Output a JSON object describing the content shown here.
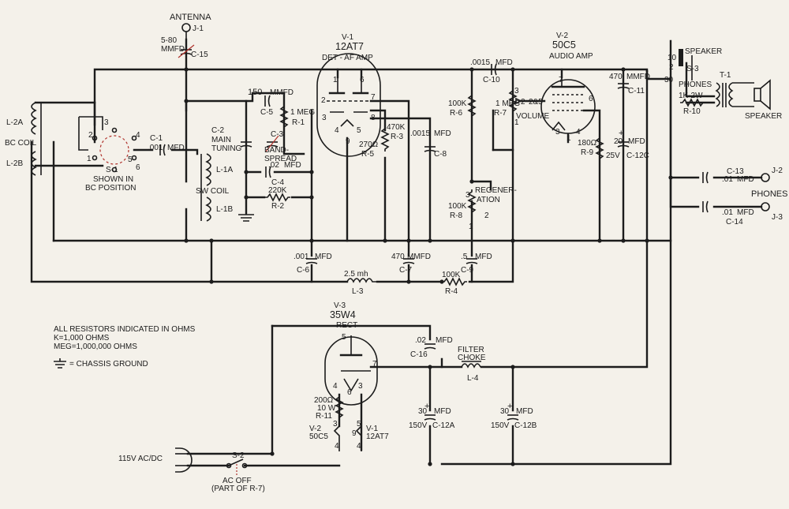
{
  "tubes": {
    "v1": {
      "ref": "V-1",
      "type": "12AT7",
      "func": "DET - AF AMP"
    },
    "v2": {
      "ref": "V-2",
      "type": "50C5",
      "func": "AUDIO AMP"
    },
    "v3": {
      "ref": "V-3",
      "type": "35W4",
      "func": "RECT"
    }
  },
  "antenna": {
    "label": "ANTENNA",
    "jack": "J-1",
    "cap_value": "5-80",
    "cap_unit": "MMFD",
    "cap_ref": "C-15"
  },
  "coils": {
    "l2a": "L-2A",
    "l2b": "L-2B",
    "bc_coil": "BC COIL",
    "l1a": "L-1A",
    "l1b": "L-1B",
    "sw_coil": "SW COIL",
    "l3_value": "2.5 mh",
    "l3": "L-3",
    "choke_label1": "FILTER",
    "choke_label2": "CHOKE",
    "l4": "L-4",
    "t1": "T-1"
  },
  "switch": {
    "ref": "S-1",
    "line1": "SHOWN IN",
    "line2": "BC POSITION",
    "s2": "S-2",
    "s2_line1": "AC  OFF",
    "s2_line2": "(PART OF R-7)",
    "s3": "S-3",
    "speaker": "SPEAKER",
    "phones": "PHONES"
  },
  "caps": {
    "c1": {
      "v": ".001",
      "u": "MFD",
      "r": "C-1"
    },
    "c5": {
      "v": "150",
      "u": "MMFD",
      "r": "C-5"
    },
    "c2": {
      "r": "C-2",
      "l1": "MAIN",
      "l2": "TUNING"
    },
    "c3": {
      "r": "C-3",
      "l1": "BAND-",
      "l2": "SPREAD"
    },
    "c4": {
      "v": ".02",
      "u": "MFD",
      "r": "C-4"
    },
    "c6": {
      "v": ".001",
      "u": "MFD",
      "r": "C-6"
    },
    "c7": {
      "v": "470",
      "u": "MMFD",
      "r": "C-7"
    },
    "c8": {
      "v": ".0015",
      "u": "MFD",
      "r": "C-8"
    },
    "c9": {
      "v": ".5",
      "u": "MFD",
      "r": "C-9"
    },
    "c10": {
      "v": ".0015",
      "u": "MFD",
      "r": "C-10"
    },
    "c11": {
      "v": "470",
      "u": "MMFD",
      "r": "C-11"
    },
    "c12c": {
      "v": "20",
      "u": "MFD",
      "v2": "25V",
      "r": "C-12C"
    },
    "c13": {
      "v": ".01",
      "u": "MFD",
      "r": "C-13"
    },
    "c14": {
      "v": ".01",
      "u": "MFD",
      "r": "C-14"
    },
    "c16": {
      "v": ".02",
      "u": "MFD",
      "r": "C-16"
    },
    "c12a": {
      "v": "30",
      "u": "MFD",
      "v2": "150V",
      "r": "C-12A"
    },
    "c12b": {
      "v": "30",
      "u": "MFD",
      "v2": "150V",
      "r": "C-12B"
    }
  },
  "resistors": {
    "r1": {
      "v": "1 MEG",
      "r": "R-1"
    },
    "r2": {
      "v": "220K",
      "r": "R-2"
    },
    "r3": {
      "v": "470K",
      "r": "R-3"
    },
    "r5": {
      "v": "270Ω",
      "r": "R-5"
    },
    "r4": {
      "v": "100K",
      "r": "R-4"
    },
    "r6": {
      "v": "100K",
      "r": "R-6"
    },
    "r7": {
      "v": "1 MEG",
      "r": "R-7",
      "name": "VOLUME"
    },
    "r8": {
      "v": "100K",
      "r": "R-8",
      "name1": "REGENER-",
      "name2": "ATION"
    },
    "r9": {
      "v": "180Ω",
      "r": "R-9"
    },
    "r10": {
      "v": "1K-2W",
      "r": "R-10"
    },
    "r11": {
      "v1": "200Ω",
      "v2": "10 W",
      "r": "R-11"
    }
  },
  "jacks": {
    "j2": "J-2",
    "j3": "J-3",
    "phones": "PHONES"
  },
  "speaker": {
    "label": "SPEAKER"
  },
  "power": {
    "label": "115V AC/DC"
  },
  "heaters": {
    "v2": "V-2",
    "v2t": "50C5",
    "v1": "V-1",
    "v1t": "12AT7"
  },
  "pins": {
    "p1": "1",
    "p2": "2",
    "p3": "3",
    "p4": "4",
    "p5": "5",
    "p6": "6",
    "p7": "7",
    "p8": "8",
    "p9": "9",
    "p10": "10",
    "p30": "30",
    "p285": "2&5"
  },
  "notes": {
    "l1": "ALL RESISTORS INDICATED IN OHMS",
    "l2": "K=1,000  OHMS",
    "l3": "MEG=1,000,000  OHMS",
    "ground": "= CHASSIS GROUND"
  }
}
